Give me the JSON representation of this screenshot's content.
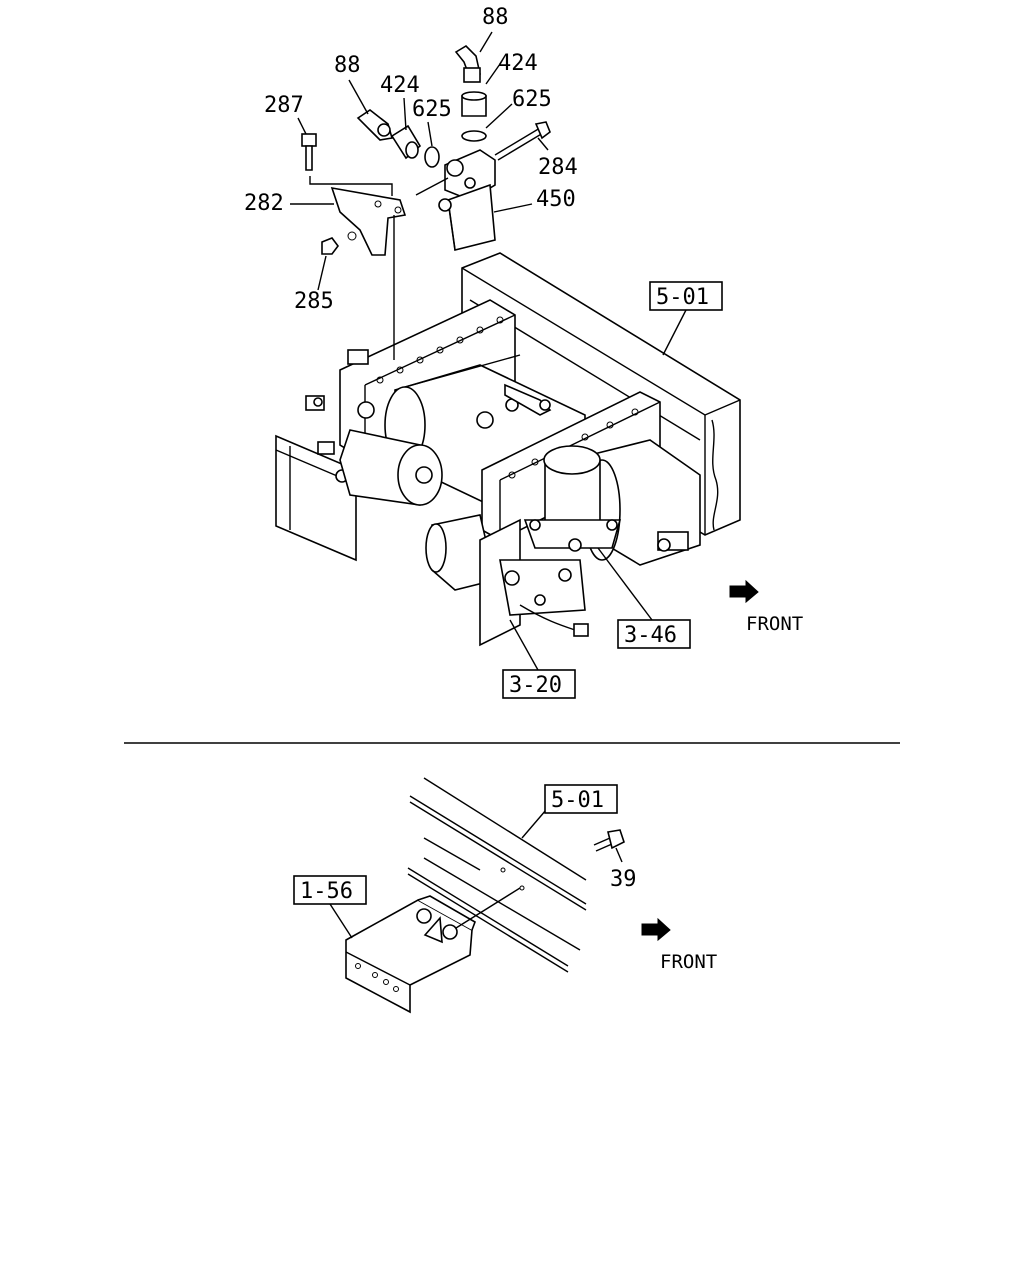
{
  "upper_diagram": {
    "part_numbers": {
      "p88_top": "88",
      "p424_right": "424",
      "p625_right": "625",
      "p88_left": "88",
      "p424_left": "424",
      "p625_left": "625",
      "p287": "287",
      "p284": "284",
      "p282": "282",
      "p450": "450",
      "p285": "285"
    },
    "references": {
      "ref_5_01": "5-01",
      "ref_3_46": "3-46",
      "ref_3_20": "3-20"
    },
    "front_label": "FRONT"
  },
  "lower_diagram": {
    "part_numbers": {
      "p39": "39"
    },
    "references": {
      "ref_5_01": "5-01",
      "ref_1_56": "1-56"
    },
    "front_label": "FRONT"
  },
  "colors": {
    "line": "#000000",
    "background": "#ffffff"
  }
}
